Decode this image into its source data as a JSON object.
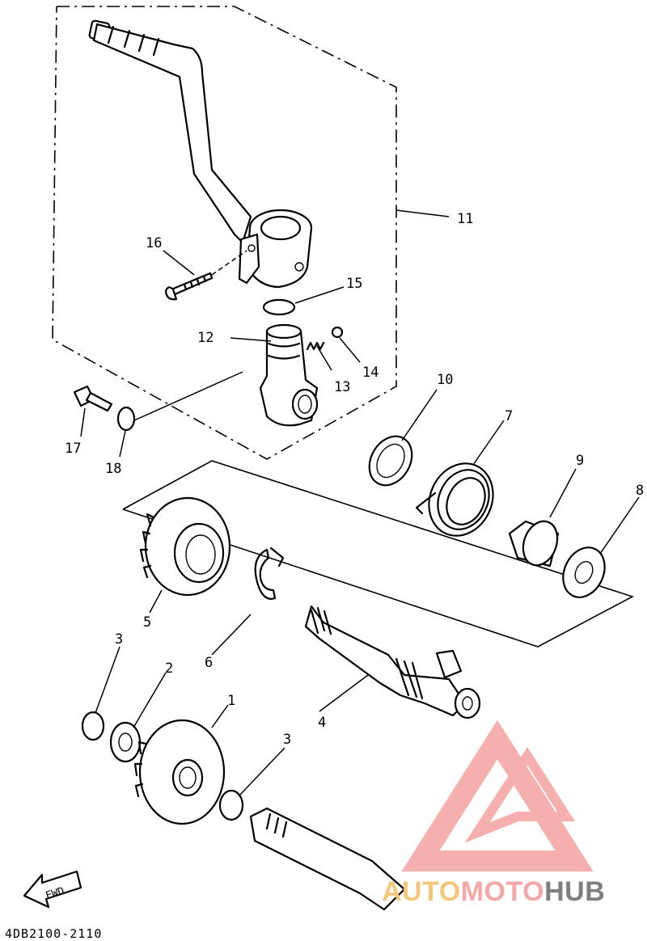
{
  "diagram": {
    "part_labels": {
      "p1": "1",
      "p2": "2",
      "p3a": "3",
      "p3b": "3",
      "p4": "4",
      "p5": "5",
      "p6": "6",
      "p7": "7",
      "p8": "8",
      "p9": "9",
      "p10": "10",
      "p11": "11",
      "p12": "12",
      "p13": "13",
      "p14": "14",
      "p15": "15",
      "p16": "16",
      "p17": "17",
      "p18": "18"
    },
    "fwd_label": "FWD",
    "diagram_code": "4DB2100-2110"
  },
  "watermark": {
    "auto": "AUTO",
    "moto": "MOTO",
    "hub": "HUB",
    "auto_color": "#F5C77A",
    "moto_color": "#F4A7A7",
    "hub_color": "#7F7F7F",
    "logo_color": "#F39C9C"
  }
}
